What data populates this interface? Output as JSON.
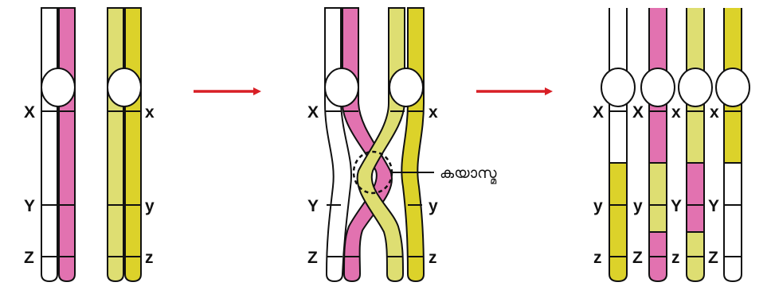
{
  "colors": {
    "pink": "#e272b0",
    "lime": "#dede72",
    "yellow": "#dcd22a",
    "white": "#ffffff",
    "arrow": "#d81f26",
    "outline": "#111111"
  },
  "labels": {
    "left_X": "X",
    "left_Y": "Y",
    "left_Z": "Z",
    "left_x": "x",
    "left_y": "y",
    "left_z": "z",
    "mid_X": "X",
    "mid_Y": "Y",
    "mid_Z": "Z",
    "mid_x": "x",
    "mid_y": "y",
    "mid_z": "z",
    "chiasma": "കയാസ്മ",
    "r_X1": "X",
    "r_X2": "X",
    "r_x1": "x",
    "r_x2": "x",
    "r_y1": "y",
    "r_y2": "y",
    "r_Y1": "Y",
    "r_Y2": "Y",
    "r_z1": "z",
    "r_Z1": "Z",
    "r_z2": "z",
    "r_Z2": "Z"
  }
}
